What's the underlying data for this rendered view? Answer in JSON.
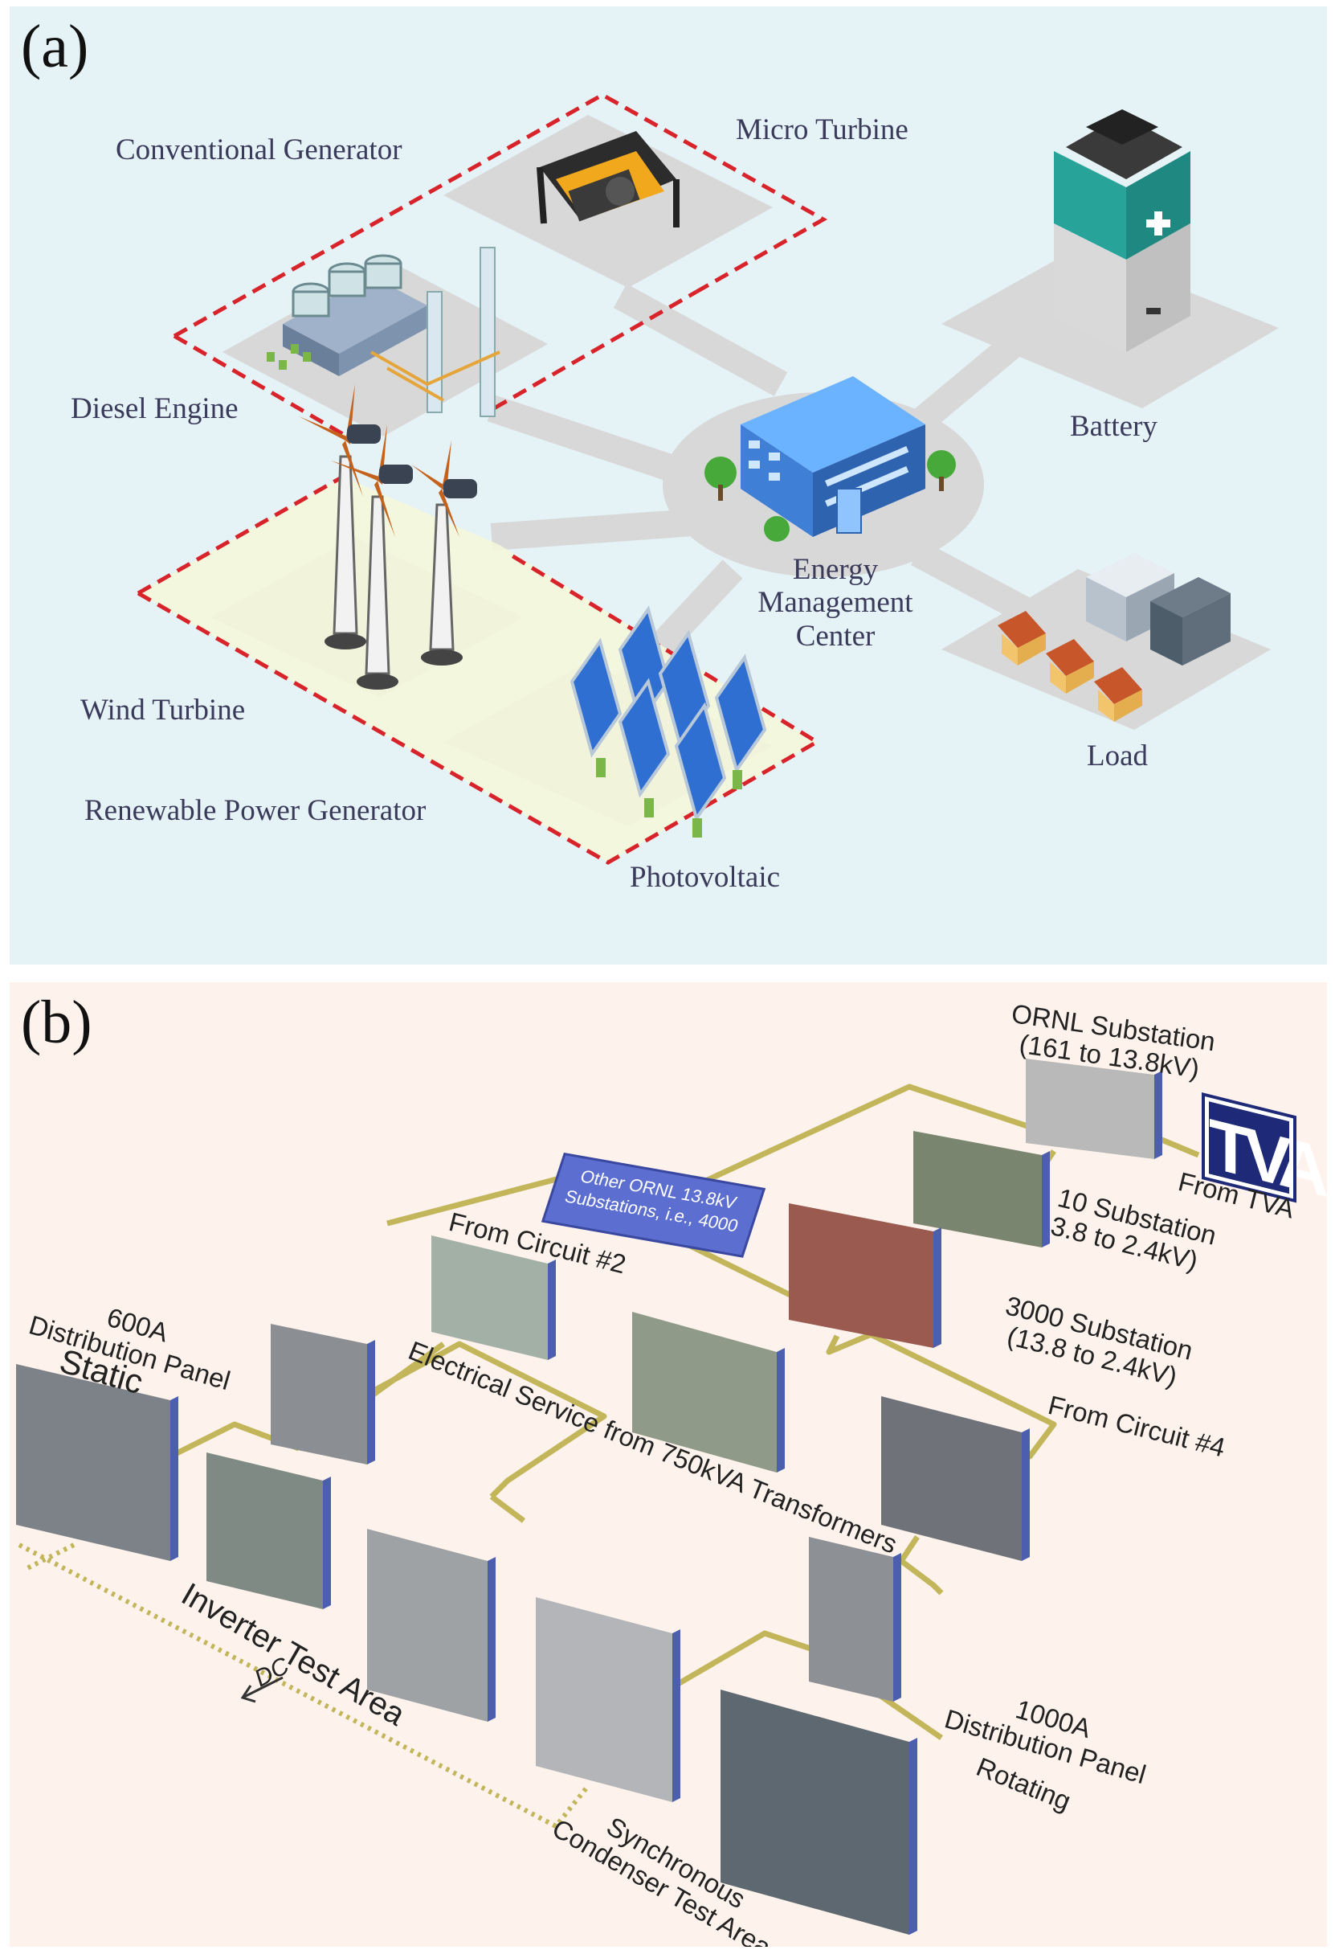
{
  "panel_a": {
    "label": "(a)",
    "labels": {
      "conventional_generator": "Conventional Generator",
      "micro_turbine": "Micro Turbine",
      "diesel_engine": "Diesel Engine",
      "battery": "Battery",
      "energy_management_center": [
        "Energy",
        "Management",
        "Center"
      ],
      "wind_turbine": "Wind Turbine",
      "load": "Load",
      "renewable_power_generator": "Renewable Power Generator",
      "photovoltaic": "Photovoltaic"
    }
  },
  "panel_b": {
    "label": "(b)",
    "labels": {
      "ornl_substation": [
        "ORNL Substation",
        "(161 to 13.8kV)"
      ],
      "tva_logo": "TVA",
      "from_tva": "From TVA",
      "other_ornl": [
        "Other ORNL 13.8kV",
        "Substations, i.e., 4000"
      ],
      "substation_10": [
        "10 Substation",
        "3.8 to 2.4kV)"
      ],
      "from_circuit_2": "From Circuit #2",
      "substation_3000": [
        "3000 Substation",
        "(13.8 to 2.4kV)"
      ],
      "panel_600a": [
        "600A",
        "Distribution Panel"
      ],
      "static": "Static",
      "electrical_service": "Electrical Service from 750kVA Transformers",
      "from_circuit_4": "From Circuit #4",
      "inverter_test_area": "Inverter Test Area",
      "dc": "DC",
      "panel_1000a": [
        "1000A",
        "Distribution Panel"
      ],
      "rotating": "Rotating",
      "synchronous_condenser": [
        "Synchronous",
        "Condenser Test Area"
      ]
    }
  },
  "colors": {
    "panel_a_bg": "#e5f2f6",
    "panel_b_bg": "#fdf3ec",
    "dashed_boundary": "#d8232a",
    "platform": "#d6d6d6",
    "renewable_zone": "#f3f7df",
    "wire": "#c2b55a",
    "building_blue": "#3f7fd6",
    "battery_teal": "#27a39a",
    "label_text": "#3a3a5a"
  },
  "icons": [
    "generator-icon",
    "power-plant-icon",
    "wind-turbine-icon",
    "solar-panel-icon",
    "battery-icon",
    "building-icon",
    "houses-icon",
    "tree-icon",
    "equipment-photo-icon"
  ]
}
